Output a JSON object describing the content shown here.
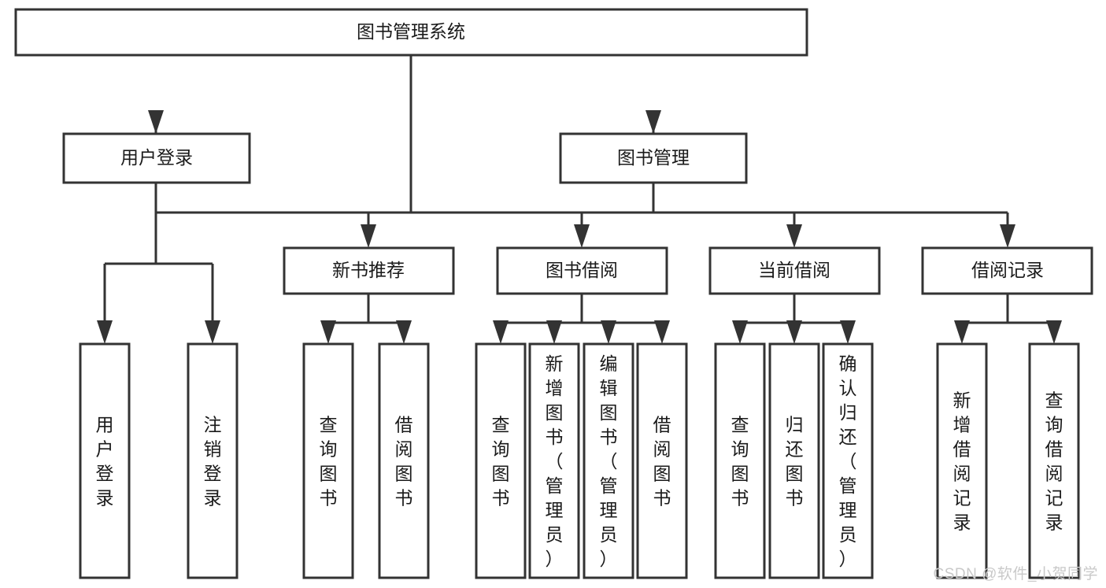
{
  "diagram": {
    "title": "图书管理系统",
    "type": "tree-hierarchy-chart",
    "root": {
      "id": "root",
      "label": "图书管理系统",
      "orientation": "horizontal"
    },
    "level1": [
      {
        "id": "user-login",
        "label": "用户登录",
        "orientation": "horizontal"
      },
      {
        "id": "book-management",
        "label": "图书管理",
        "orientation": "horizontal"
      }
    ],
    "level2": [
      {
        "id": "new-book-recommend",
        "label": "新书推荐",
        "orientation": "horizontal",
        "parent": "book-management"
      },
      {
        "id": "book-borrow",
        "label": "图书借阅",
        "orientation": "horizontal",
        "parent": "book-management"
      },
      {
        "id": "current-borrow",
        "label": "当前借阅",
        "orientation": "horizontal",
        "parent": "book-management"
      },
      {
        "id": "borrow-record",
        "label": "借阅记录",
        "orientation": "horizontal",
        "parent": "book-management"
      }
    ],
    "leaves": [
      {
        "id": "leaf-user-login",
        "label": "用户登录",
        "orientation": "vertical",
        "parent": "user-login"
      },
      {
        "id": "leaf-user-logout",
        "label": "注销登录",
        "orientation": "vertical",
        "parent": "user-login"
      },
      {
        "id": "leaf-query-book-1",
        "label": "查询图书",
        "orientation": "vertical",
        "parent": "new-book-recommend"
      },
      {
        "id": "leaf-borrow-book-1",
        "label": "借阅图书",
        "orientation": "vertical",
        "parent": "new-book-recommend"
      },
      {
        "id": "leaf-query-book-2",
        "label": "查询图书",
        "orientation": "vertical",
        "parent": "book-borrow"
      },
      {
        "id": "leaf-add-book",
        "label": "新增图书（管理员）",
        "orientation": "vertical",
        "parent": "book-borrow"
      },
      {
        "id": "leaf-edit-book",
        "label": "编辑图书（管理员）",
        "orientation": "vertical",
        "parent": "book-borrow"
      },
      {
        "id": "leaf-borrow-book-2",
        "label": "借阅图书",
        "orientation": "vertical",
        "parent": "book-borrow"
      },
      {
        "id": "leaf-query-book-3",
        "label": "查询图书",
        "orientation": "vertical",
        "parent": "current-borrow"
      },
      {
        "id": "leaf-return-book",
        "label": "归还图书",
        "orientation": "vertical",
        "parent": "current-borrow"
      },
      {
        "id": "leaf-confirm-return",
        "label": "确认归还（管理员）",
        "orientation": "vertical",
        "parent": "current-borrow"
      },
      {
        "id": "leaf-add-record",
        "label": "新增借阅记录",
        "orientation": "vertical",
        "parent": "borrow-record"
      },
      {
        "id": "leaf-query-record",
        "label": "查询借阅记录",
        "orientation": "vertical",
        "parent": "borrow-record"
      }
    ]
  },
  "watermark": {
    "text": "CSDN @软件_小贺同学"
  },
  "colors": {
    "stroke": "#333333",
    "fill": "#ffffff",
    "text": "#1a1a1a",
    "watermark": "#c9c9c9",
    "background": "#ffffff"
  }
}
